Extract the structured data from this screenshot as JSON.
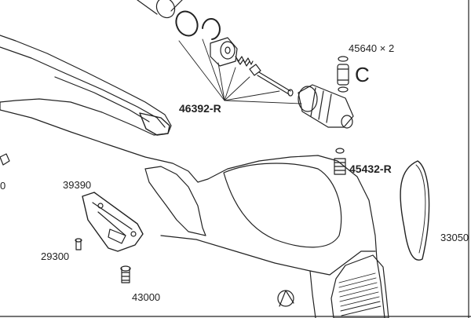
{
  "labels": {
    "p45640": "45640 × 2",
    "c_marker": "C",
    "p46392": "46392-R",
    "p45432": "45432-R",
    "p39390": "39390",
    "p29300": "29300",
    "p43000": "43000",
    "p33050": "33050",
    "edge_fragment": "0"
  },
  "colors": {
    "line": "#222222",
    "background": "#ffffff"
  }
}
